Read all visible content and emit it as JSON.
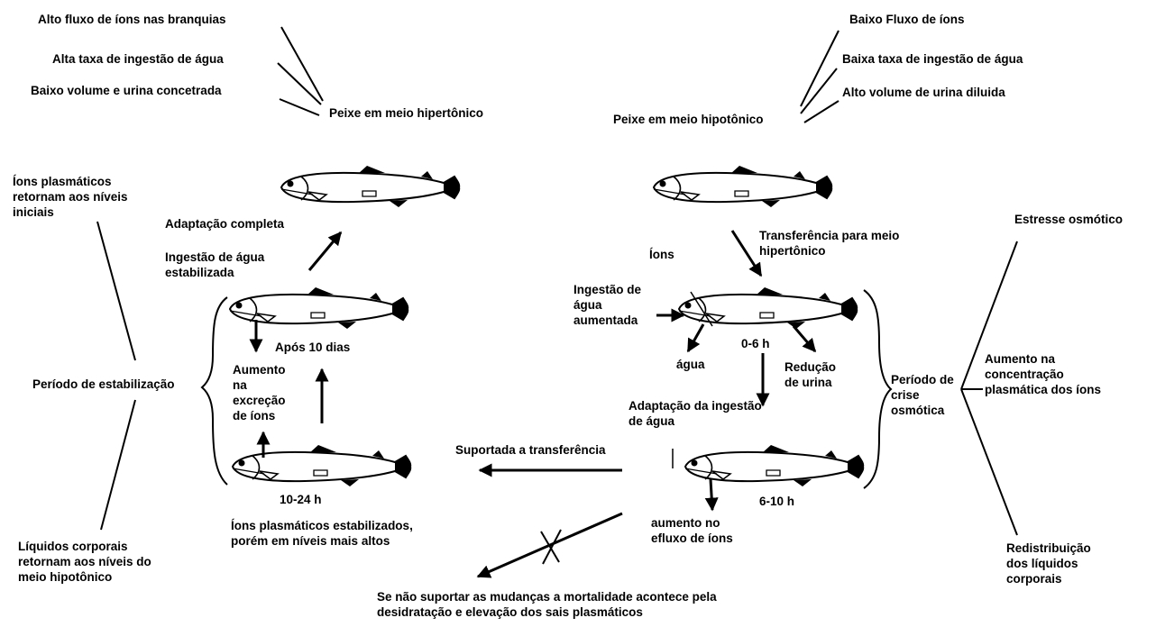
{
  "hypertonic": {
    "heading": "Peixe em meio hipertônico",
    "traits": [
      "Alto fluxo de íons nas branquias",
      "Alta taxa de ingestão de água",
      "Baixo volume e urina concetrada"
    ]
  },
  "hypotonic": {
    "heading": "Peixe em meio hipotônico",
    "traits": [
      "Baixo Fluxo de íons",
      "Baixa taxa de ingestão de água",
      "Alto volume de urina diluida"
    ]
  },
  "left_side": {
    "ions_return": "Íons plasmáticos retornam aos níveis iniciais",
    "stabilization_period": "Período de estabilização",
    "liquids_return": "Líquidos corporais retornam aos níveis do meio hipotônico"
  },
  "left_process": {
    "complete_adaptation": "Adaptação completa",
    "water_stabilized": "Ingestão de água estabilizada",
    "after_10_days": "Após 10 dias",
    "ion_excretion_increase": "Aumento na excreção de íons",
    "time_10_24": "10-24 h",
    "ions_stabilized": "Íons plasmáticos estabilizados, porém em níveis mais altos"
  },
  "middle": {
    "transfer_supported": "Suportada a transferência",
    "mortality_note": "Se não suportar as mudanças a mortalidade acontece pela desidratação e elevação dos sais plasmáticos"
  },
  "right_process": {
    "transfer": "Transferência para meio hipertônico",
    "ions": "Íons",
    "water_intake_increased": "Ingestão de água aumentada",
    "water": "água",
    "time_0_6": "0-6 h",
    "urine_reduction": "Redução de urina",
    "water_intake_adaptation": "Adaptação da ingestão de água",
    "time_6_10": "6-10 h",
    "ion_efflux_increase": "aumento no efluxo de íons"
  },
  "right_side": {
    "crisis_period": "Período de crise osmótica",
    "osmotic_stress": "Estresse osmótico",
    "plasma_concentration_increase": "Aumento na concentração plasmática dos íons",
    "liquid_redistribution": "Redistribuição dos líquidos corporais"
  }
}
